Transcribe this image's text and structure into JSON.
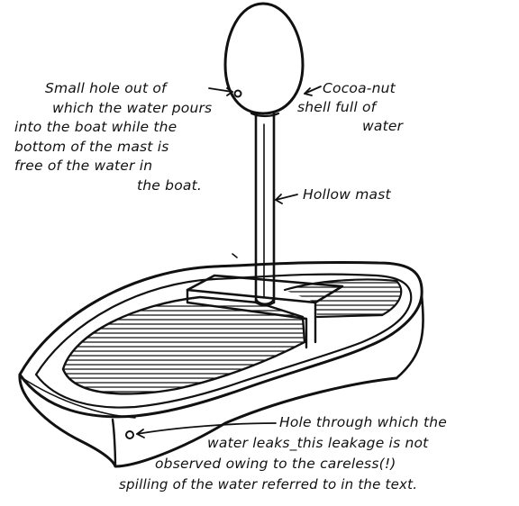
{
  "labels": {
    "small_hole": [
      "Small hole out of",
      "which the water pours",
      "into the boat while the",
      "bottom of the mast is",
      "free of the water in",
      "the boat."
    ],
    "coconut": [
      "Cocoa-nut",
      "shell full of",
      "water"
    ],
    "hollow_mast": "Hollow mast",
    "leak_hole": [
      "Hole through which the",
      "water leaks_this leakage is not",
      "observed owing to the careless(!)",
      "spilling of the water referred to in the text."
    ]
  },
  "colors": {
    "ink": "#111111",
    "paper": "#ffffff"
  }
}
